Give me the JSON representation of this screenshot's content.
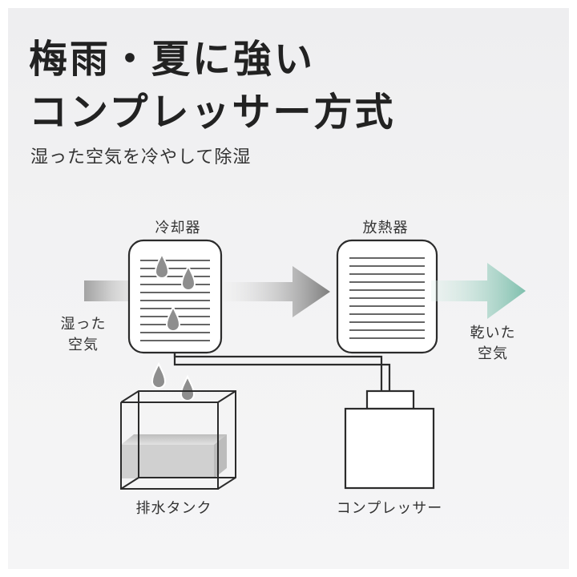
{
  "heading": {
    "line1": "梅雨・夏に強い",
    "line2": "コンプレッサー方式",
    "subtitle": "湿った空気を冷やして除湿"
  },
  "labels": {
    "cooler": "冷却器",
    "radiator": "放熱器",
    "humid_air_1": "湿った",
    "humid_air_2": "空気",
    "dry_air_1": "乾いた",
    "dry_air_2": "空気",
    "drain_tank": "排水タンク",
    "compressor": "コンプレッサー"
  },
  "colors": {
    "stroke": "#2b2b2b",
    "inflow_arrow": "#8a8a8a",
    "outflow_arrow": "#8cc4b4"
  },
  "icons": [
    "water-drop-icon",
    "arrow-right-icon"
  ]
}
